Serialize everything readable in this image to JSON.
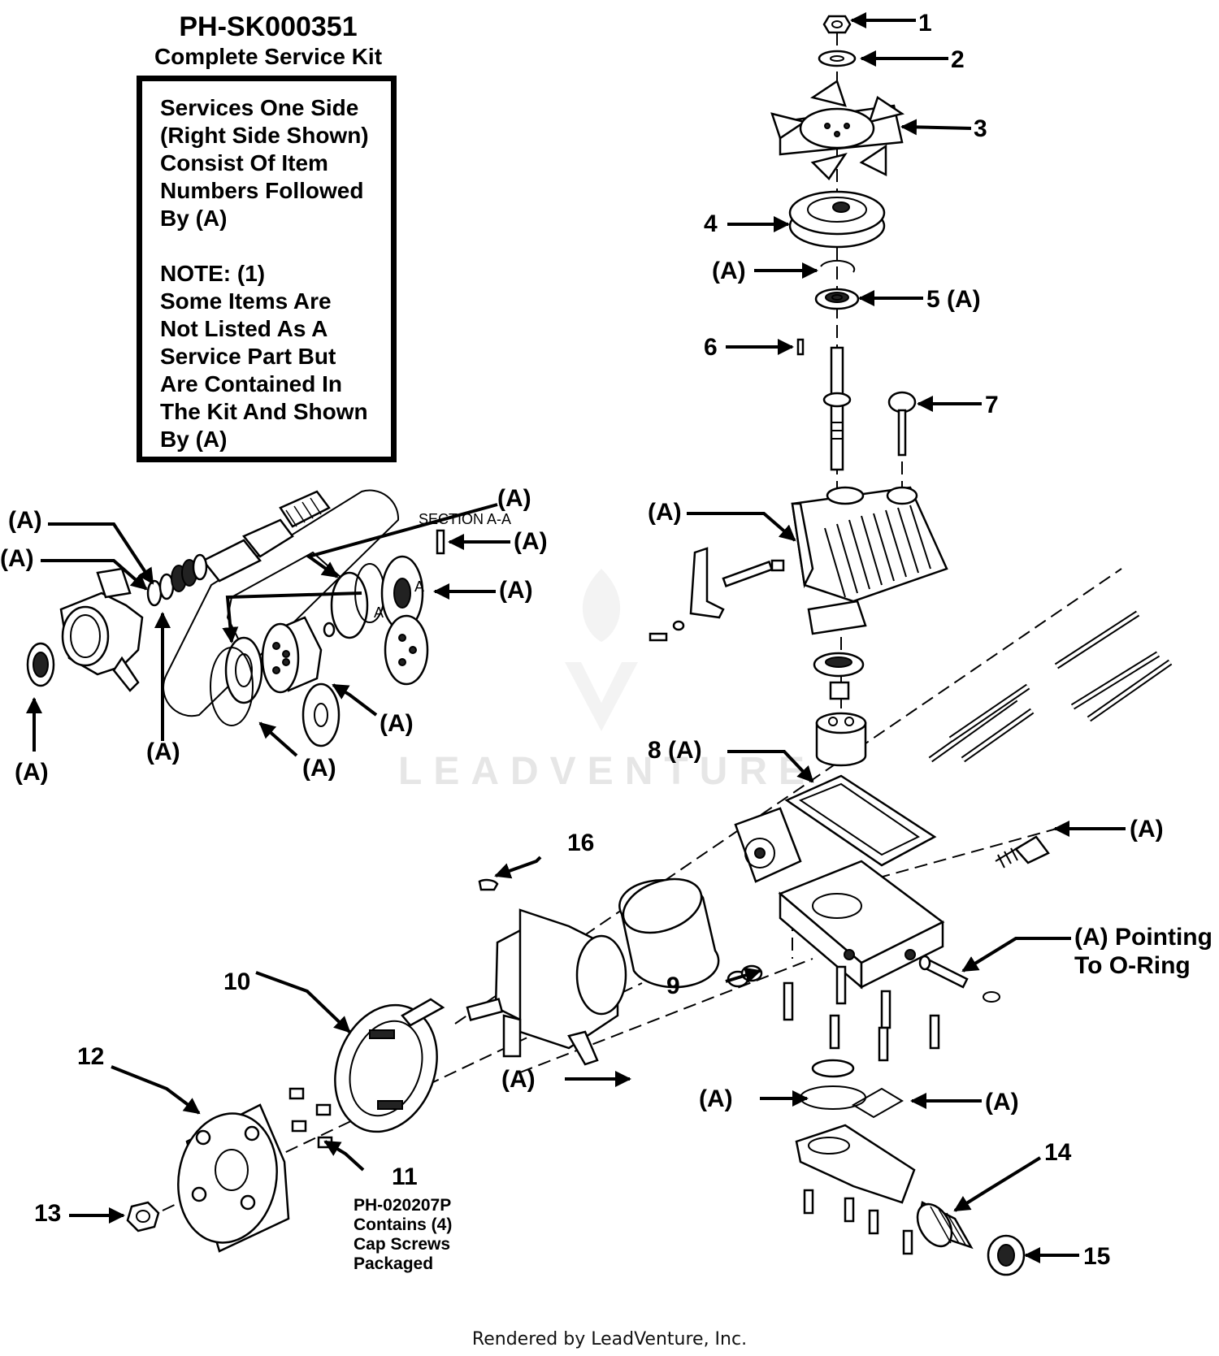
{
  "kit": {
    "part_number": "PH-SK000351",
    "title": "Complete Service Kit",
    "description": "Services One Side\n(Right Side Shown)\nConsist Of Item\nNumbers Followed\nBy (A)",
    "note": "NOTE: (1)\nSome Items Are\nNot Listed As A\nService Part But\nAre Contained In\nThe Kit And Shown\nBy (A)"
  },
  "callouts": {
    "c1": "1",
    "c2": "2",
    "c3": "3",
    "c4": "4",
    "c5": "5 (A)",
    "c6": "6",
    "c7": "7",
    "c8": "8 (A)",
    "c9": "9",
    "c10": "10",
    "c11": "11",
    "c12": "12",
    "c13": "13",
    "c14": "14",
    "c15": "15",
    "c16": "16",
    "a": "(A)",
    "a_oring_1": "(A) Pointing",
    "a_oring_2": "To O-Ring",
    "section": "SECTION A-A",
    "section_mark": "A"
  },
  "screw_pack": {
    "part_number": "PH-020207P",
    "line1": "Contains (4)",
    "line2": "Cap Screws",
    "line3": "Packaged"
  },
  "watermark": "LEADVENTURE",
  "footer": "Rendered by LeadVenture, Inc."
}
